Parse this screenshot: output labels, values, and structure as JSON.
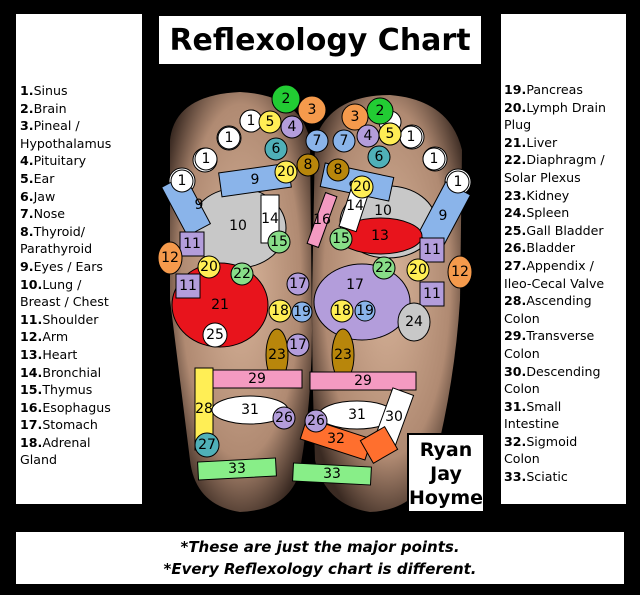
{
  "title": "Reflexology Chart",
  "legend_left": [
    {
      "num": "1.",
      "name": "Sinus"
    },
    {
      "num": "2.",
      "name": "Brain"
    },
    {
      "num": "3.",
      "name": "Pineal /"
    },
    {
      "num": "",
      "name": "Hypothalamus"
    },
    {
      "num": "4.",
      "name": "Pituitary"
    },
    {
      "num": "5.",
      "name": "Ear"
    },
    {
      "num": "6.",
      "name": "Jaw"
    },
    {
      "num": "7.",
      "name": "Nose"
    },
    {
      "num": "8.",
      "name": "Thyroid/"
    },
    {
      "num": "",
      "name": "Parathyroid"
    },
    {
      "num": "9.",
      "name": "Eyes / Ears"
    },
    {
      "num": "10.",
      "name": "Lung /"
    },
    {
      "num": "",
      "name": "Breast / Chest"
    },
    {
      "num": "11.",
      "name": "Shoulder"
    },
    {
      "num": "12.",
      "name": "Arm"
    },
    {
      "num": "13.",
      "name": "Heart"
    },
    {
      "num": "14.",
      "name": "Bronchial"
    },
    {
      "num": "15.",
      "name": "Thymus"
    },
    {
      "num": "16.",
      "name": "Esophagus"
    },
    {
      "num": "17.",
      "name": "Stomach"
    },
    {
      "num": "18.",
      "name": "Adrenal"
    },
    {
      "num": "",
      "name": "Gland"
    }
  ],
  "legend_right": [
    {
      "num": "19.",
      "name": "Pancreas"
    },
    {
      "num": "20.",
      "name": "Lymph Drain"
    },
    {
      "num": "",
      "name": "Plug"
    },
    {
      "num": "21.",
      "name": "Liver"
    },
    {
      "num": "22.",
      "name": "Diaphragm /"
    },
    {
      "num": "",
      "name": "Solar Plexus"
    },
    {
      "num": "23.",
      "name": "Kidney"
    },
    {
      "num": "24.",
      "name": "Spleen"
    },
    {
      "num": "25.",
      "name": "Gall Bladder"
    },
    {
      "num": "26.",
      "name": "Bladder"
    },
    {
      "num": "27.",
      "name": "Appendix /"
    },
    {
      "num": "",
      "name": "Ileo-Cecal Valve"
    },
    {
      "num": "28.",
      "name": "Ascending"
    },
    {
      "num": "",
      "name": "Colon"
    },
    {
      "num": "29.",
      "name": "Transverse"
    },
    {
      "num": "",
      "name": "Colon"
    },
    {
      "num": "30.",
      "name": "Descending"
    },
    {
      "num": "",
      "name": "Colon"
    },
    {
      "num": "31.",
      "name": "Small"
    },
    {
      "num": "",
      "name": "Intestine"
    },
    {
      "num": "32.",
      "name": "Sigmoid"
    },
    {
      "num": "",
      "name": "Colon"
    },
    {
      "num": "33.",
      "name": "Sciatic"
    }
  ],
  "credit": [
    "Ryan",
    "Jay",
    "Hoyme"
  ],
  "footer": [
    "*These are just the major points.",
    "*Every Reflexology chart is different."
  ],
  "colors": {
    "sinus": "#ffffff",
    "brain": "#22cc33",
    "pineal": "#f59a4c",
    "pituitary": "#b39ddb",
    "ear": "#ffee55",
    "jaw": "#4fb0b8",
    "nose": "#8ab4ea",
    "thyroid": "#b8860b",
    "eyes_ears": "#8ab4ea",
    "lung": "#c8c8c8",
    "shoulder": "#b39ddb",
    "arm": "#f59a4c",
    "heart": "#e8141c",
    "bronchial": "#ffffff",
    "thymus": "#88dd88",
    "esophagus": "#f49ac1",
    "stomach": "#b39ddb",
    "adrenal": "#ffee55",
    "pancreas": "#8ab4ea",
    "lymph": "#ffee55",
    "liver": "#e8141c",
    "diaphragm": "#88dd88",
    "kidney": "#b8860b",
    "spleen": "#c8c8c8",
    "gall_bladder": "#ffffff",
    "bladder": "#b39ddb",
    "appendix": "#4fb0b8",
    "asc_colon": "#ffee55",
    "trans_colon": "#f49ac1",
    "desc_colon": "#ffffff",
    "small_int": "#ffffff",
    "sigmoid": "#ff6f2e",
    "sciatic": "#88ee88"
  }
}
